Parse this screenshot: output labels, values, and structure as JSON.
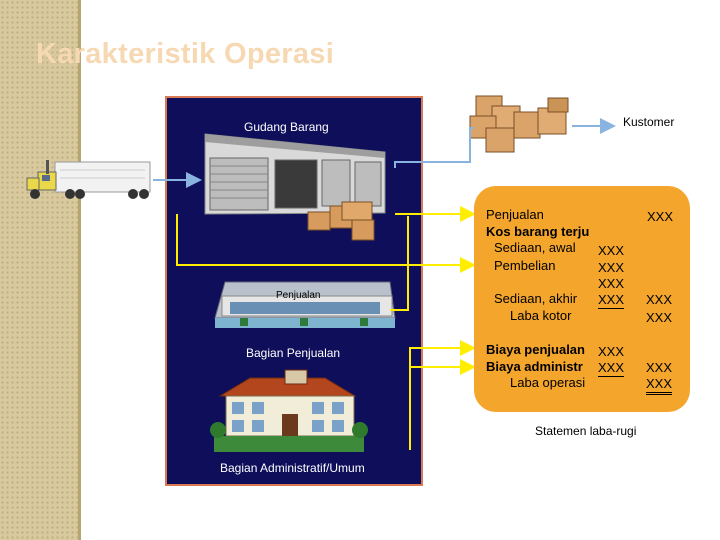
{
  "title": "Karakteristik Operasi",
  "labels": {
    "warehouse": "Gudang Barang",
    "sales_building": "Penjualan",
    "sales_department": "Bagian Penjualan",
    "admin_department": "Bagian Administratif/Umum",
    "customer": "Kustomer",
    "statement_caption": "Statemen laba-rugi"
  },
  "statement": {
    "sales": "Penjualan",
    "sales_value": "XXX",
    "cogs": "Kos barang terju",
    "beginning_inventory": "Sediaan, awal",
    "beginning_value": "XXX",
    "purchases": "Pembelian",
    "purchases_value": "XXX",
    "subtotal_value": "XXX",
    "ending_inventory": "Sediaan, akhir",
    "ending_value": "XXX",
    "cogs_value": "XXX",
    "gross_profit": "Laba kotor",
    "gross_profit_value": "XXX",
    "selling_expense": "Biaya penjualan",
    "selling_value": "XXX",
    "admin_expense": "Biaya administr",
    "admin_value": "XXX",
    "expenses_total_value": "XXX",
    "operating_profit": "Laba operasi",
    "operating_profit_value": "XXX"
  },
  "colors": {
    "panel_background": "#0e0e5a",
    "statement_box": "#f4a52c",
    "arrow_customer": "#8ab4e0",
    "arrow_statement": "#ffee00",
    "title": "#f6d8b2"
  }
}
